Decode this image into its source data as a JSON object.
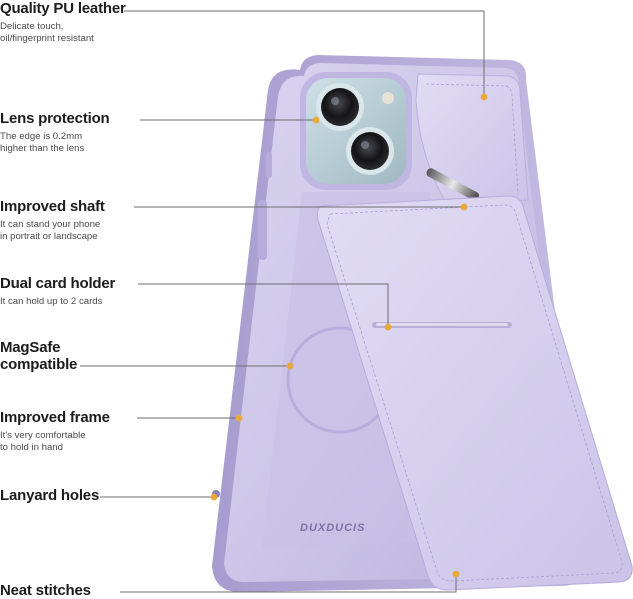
{
  "brand": {
    "logo_text": "DUXDUCIS"
  },
  "features": [
    {
      "id": "quality-pu-leather",
      "title": "Quality PU leather",
      "desc_lines": [
        "Delicate touch,",
        "oil/fingerprint resistant"
      ]
    },
    {
      "id": "lens-protection",
      "title": "Lens protection",
      "desc_lines": [
        "The edge is 0.2mm",
        "higher than the lens"
      ]
    },
    {
      "id": "improved-shaft",
      "title": "Improved shaft",
      "desc_lines": [
        "It can stand your phone",
        "in portrait or landscape"
      ]
    },
    {
      "id": "dual-card-holder",
      "title": "Dual card holder",
      "desc_lines": [
        "It can hold up to 2 cards"
      ]
    },
    {
      "id": "magsafe-compatible",
      "title_lines": [
        "MagSafe",
        "compatible"
      ],
      "desc_lines": []
    },
    {
      "id": "improved-frame",
      "title": "Improved frame",
      "desc_lines": [
        "It's very comfortable",
        "to hold in hand"
      ]
    },
    {
      "id": "lanyard-holes",
      "title": "Lanyard holes",
      "desc_lines": []
    },
    {
      "id": "neat-stitches",
      "title": "Neat stitches",
      "desc_lines": []
    }
  ],
  "colors": {
    "case_lavender": "#cdc6e8",
    "case_lavender_dark": "#b3a9d9",
    "leather_lavender": "#d8d2ef",
    "accent_dot": "#e8a83a",
    "leader_line": "#6e6e6e"
  }
}
